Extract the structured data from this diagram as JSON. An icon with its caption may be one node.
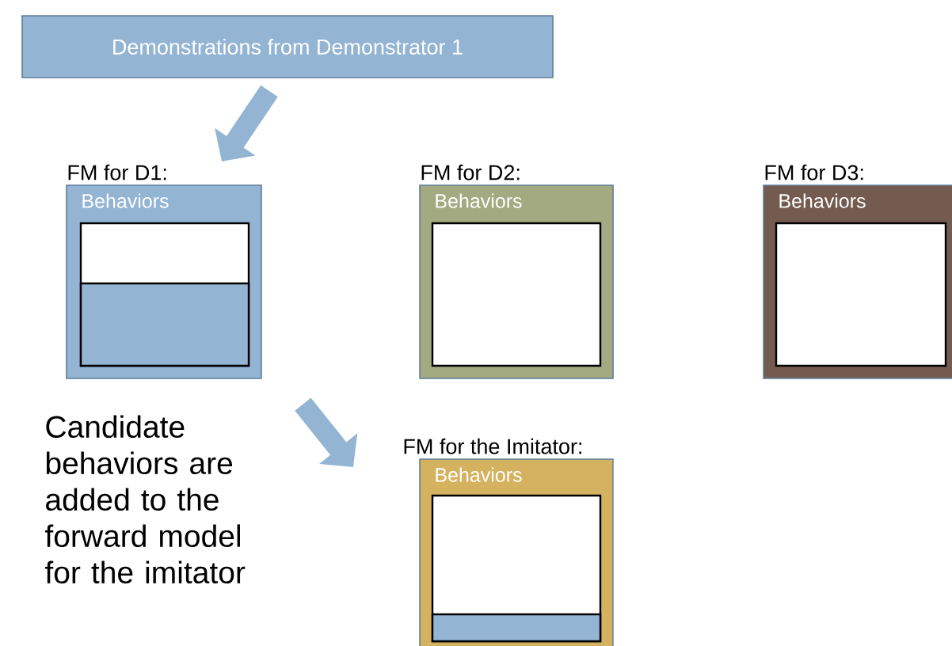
{
  "diagram": {
    "nodes": [
      {
        "text": [
          "Demonstrations from Demonstrator 1"
        ]
      },
      {
        "text": [
          "FM for D1:",
          "Behaviors"
        ]
      },
      {
        "text": [],
        "shape": "box",
        "in": 1
      },
      {
        "text": [],
        "shape": "bar",
        "in": 2
      },
      {
        "text": [
          "FM for D2:",
          "Behaviors"
        ]
      },
      {
        "text": [],
        "shape": "box",
        "in": 4
      },
      {
        "text": [
          "FM for D3:",
          "Behaviors"
        ]
      },
      {
        "text": [],
        "shape": "box",
        "in": 6
      },
      {
        "text": [
          "Candidate behaviors are added to the forward model for the imitator"
        ]
      },
      {
        "text": [
          "FM for the Imitator:",
          "Behaviors"
        ]
      },
      {
        "text": [],
        "shape": "box",
        "in": 9
      },
      {
        "text": [],
        "shape": "bar",
        "in": 10
      }
    ],
    "edges": [
      {
        "from": 0,
        "to": 1,
        "arrow": "to"
      },
      {
        "from": 8,
        "to": 9,
        "arrow": "to"
      }
    ]
  }
}
